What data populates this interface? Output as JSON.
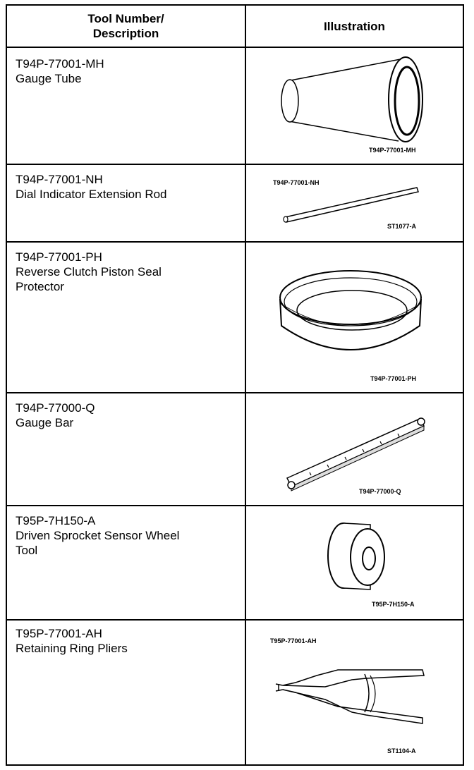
{
  "header": {
    "tool_line1": "Tool Number/",
    "tool_line2": "Description",
    "illustration": "Illustration"
  },
  "rows": [
    {
      "number": "T94P-77001-MH",
      "desc1": "Gauge Tube",
      "desc2": "",
      "captions": [
        "T94P-77001-MH"
      ],
      "icon": "gauge-tube-illustration"
    },
    {
      "number": "T94P-77001-NH",
      "desc1": "Dial Indicator Extension Rod",
      "desc2": "",
      "captions": [
        "T94P-77001-NH",
        "ST1077-A"
      ],
      "icon": "extension-rod-illustration"
    },
    {
      "number": "T94P-77001-PH",
      "desc1": "Reverse Clutch Piston Seal",
      "desc2": "Protector",
      "captions": [
        "T94P-77001-PH"
      ],
      "icon": "seal-protector-ring-illustration"
    },
    {
      "number": "T94P-77000-Q",
      "desc1": "Gauge Bar",
      "desc2": "",
      "captions": [
        "T94P-77000-Q"
      ],
      "icon": "gauge-bar-illustration"
    },
    {
      "number": "T95P-7H150-A",
      "desc1": "Driven Sprocket Sensor Wheel",
      "desc2": "Tool",
      "captions": [
        "T95P-7H150-A"
      ],
      "icon": "sensor-wheel-tool-illustration"
    },
    {
      "number": "T95P-77001-AH",
      "desc1": "Retaining Ring Pliers",
      "desc2": "",
      "captions": [
        "T95P-77001-AH",
        "ST1104-A"
      ],
      "icon": "retaining-ring-pliers-illustration"
    }
  ]
}
